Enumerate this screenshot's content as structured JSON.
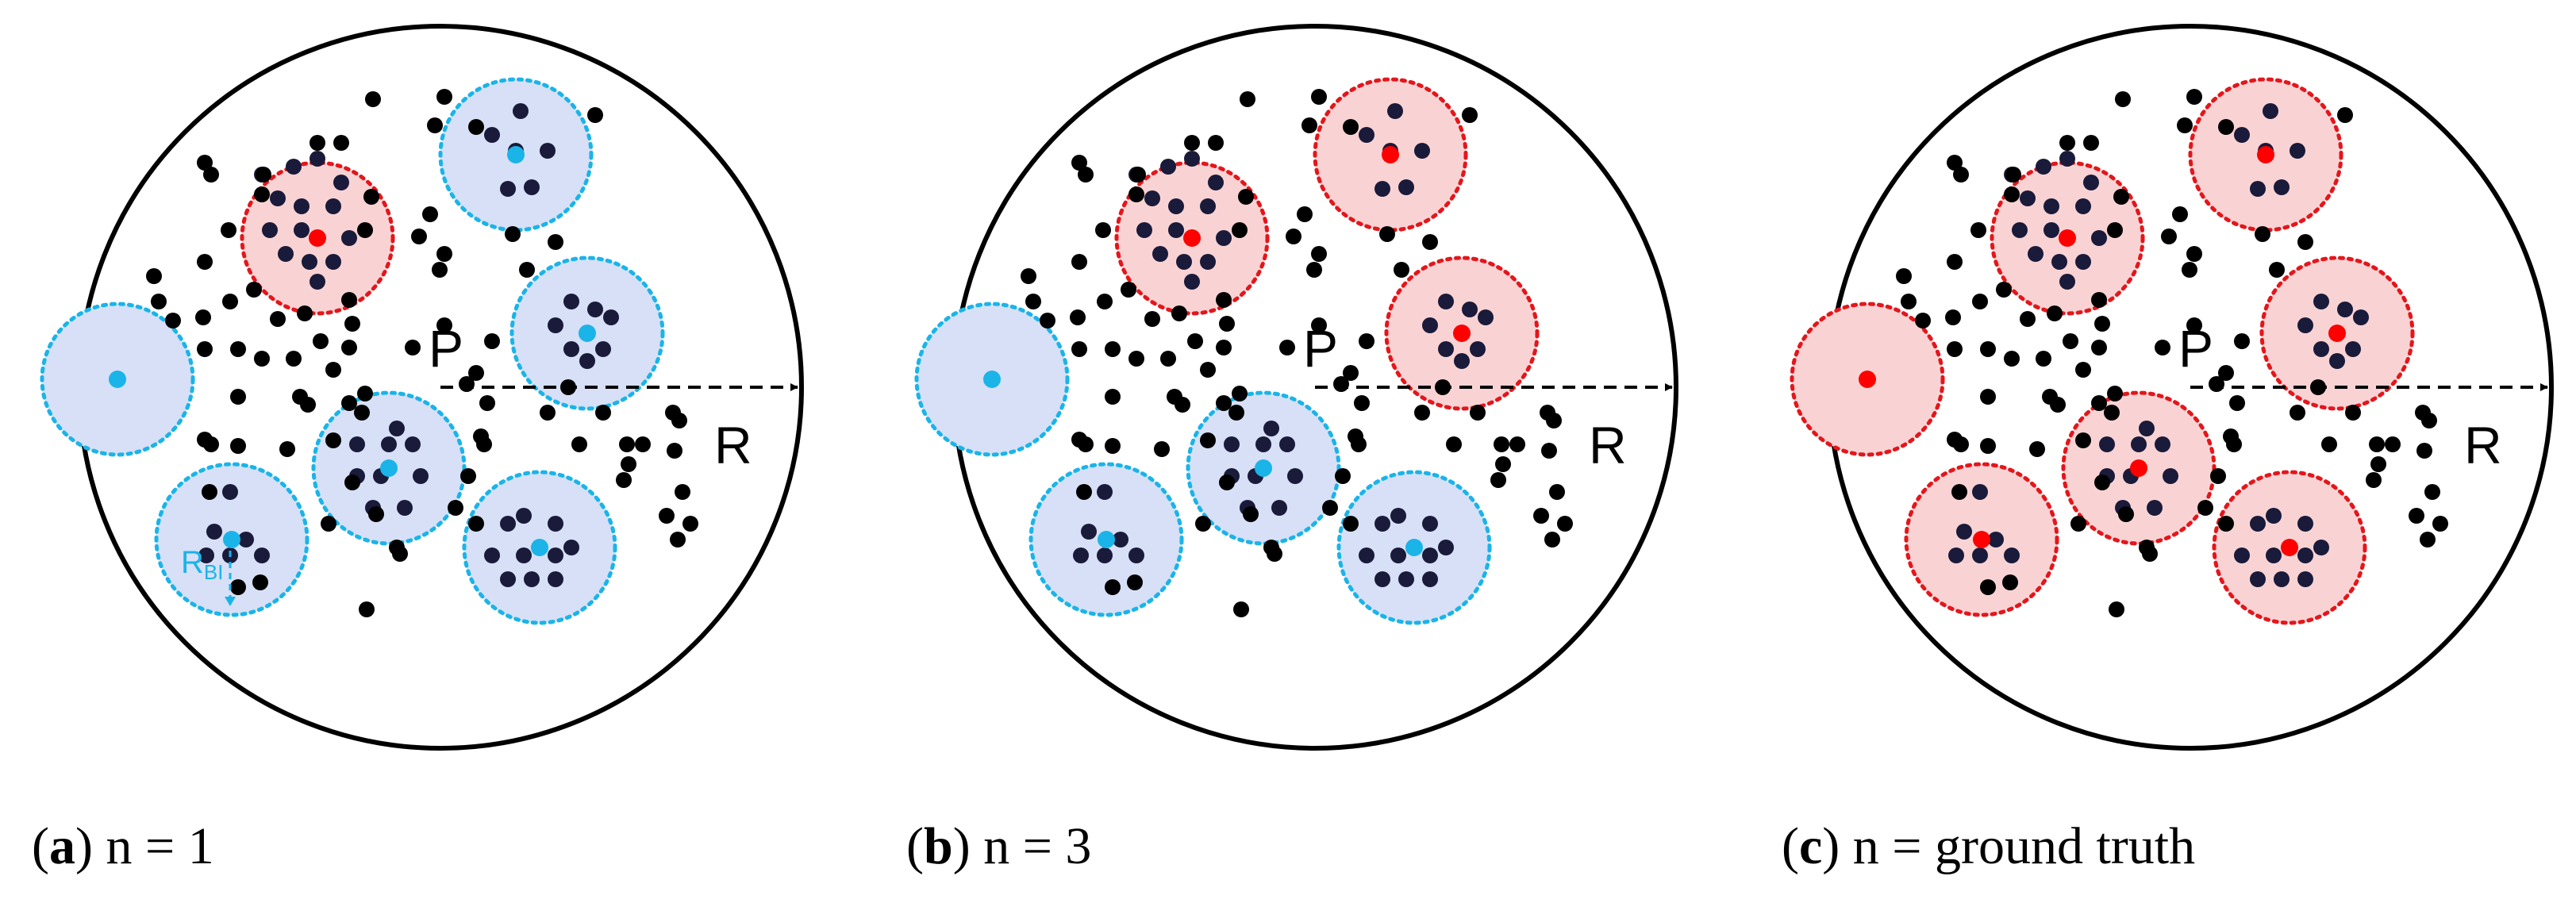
{
  "colors": {
    "ink": "#000000",
    "blue_fill": "#d7e0f6",
    "blue_border": "#1ab4e8",
    "blue_center": "#1ab4e8",
    "red_fill": "#f9d3d4",
    "red_border": "#e4161b",
    "red_center": "#ff0000",
    "dot_in_disc": "#1a1a3a"
  },
  "labels": {
    "center_label": "P",
    "radius_label": "R",
    "inner_radius_main": "R",
    "inner_radius_sub": "BI"
  },
  "panels": [
    {
      "id": "a",
      "caption_letter": "a",
      "caption_text": "n = 1",
      "disc_colors": [
        "red",
        "blue",
        "blue",
        "blue",
        "blue",
        "blue",
        "blue",
        "blue"
      ]
    },
    {
      "id": "b",
      "caption_letter": "b",
      "caption_text": "n = 3",
      "disc_colors": [
        "red",
        "red",
        "red",
        "blue",
        "blue",
        "blue",
        "blue",
        "blue"
      ]
    },
    {
      "id": "c",
      "caption_letter": "c",
      "caption_text": "n = ground truth",
      "disc_colors": [
        "red",
        "red",
        "red",
        "red",
        "red",
        "red",
        "red",
        "red"
      ]
    }
  ]
}
